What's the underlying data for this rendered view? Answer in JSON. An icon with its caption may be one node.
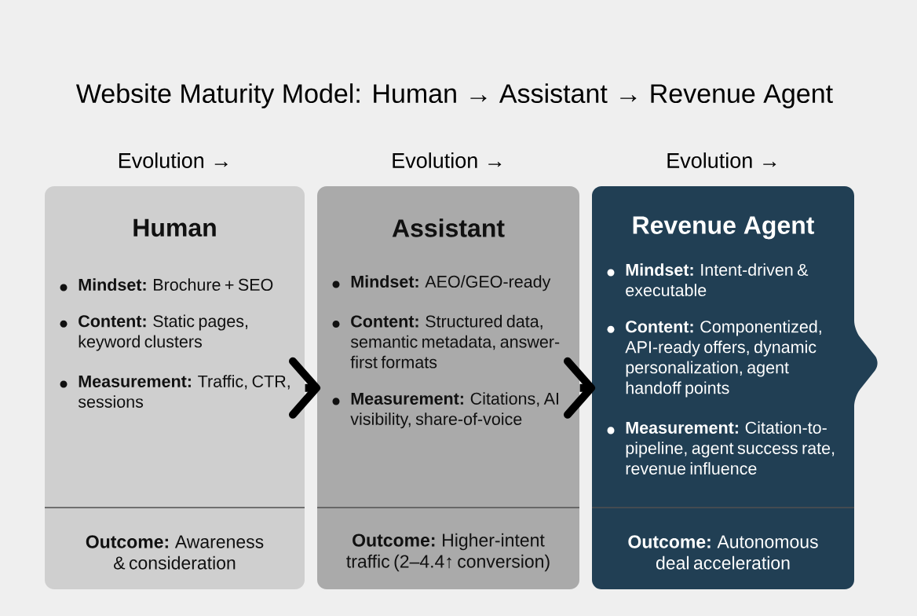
{
  "diagram": {
    "title": "Website Maturity Model: Human → Assistant → Revenue Agent",
    "nodes": [
      {
        "text": [
          "Human",
          "**Mindset:** Brochure + SEO",
          "**Content:** Static pages, keyword clusters",
          "**Measurement:** Traffic, CTR, sessions",
          "**Outcome:** Awareness & consideration"
        ],
        "beside": [
          "Evolution →"
        ]
      },
      {
        "text": [
          "Assistant",
          "**Mindset:** AEO/GEO-ready",
          "**Content:** Structured data, semantic metadata, answer-first formats",
          "**Measurement:** Citations, AI visibility, share-of-voice",
          "**Outcome:** Higher-intent traffic (2–4.4↑ conversion)"
        ],
        "beside": [
          "Evolution →"
        ]
      },
      {
        "text": [
          "Revenue Agent",
          "**Mindset:** Intent-driven & executable",
          "**Content:** Componentized, API-ready offers, dynamic personalization, agent handoff points",
          "**Measurement:** Citation-to-pipeline, agent success rate, revenue influence",
          "**Outcome:** Autonomous deal acceleration"
        ],
        "beside": [
          "Evolution →"
        ]
      }
    ],
    "edges": [
      {
        "from": 0,
        "to": 1,
        "arrow": "to"
      },
      {
        "from": 1,
        "to": 2,
        "arrow": "to"
      }
    ]
  }
}
